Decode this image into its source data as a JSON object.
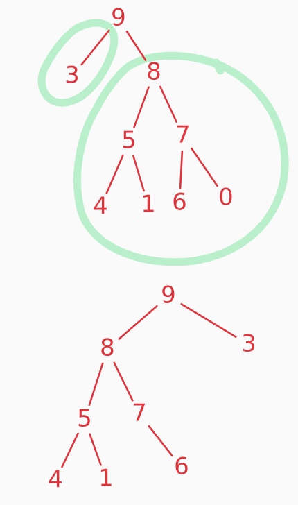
{
  "colors": {
    "ink": "#e0343c",
    "highlight": "#b9efcb",
    "background": "#fafafa"
  },
  "trees": [
    {
      "id": "before",
      "nodes": [
        {
          "id": "n9",
          "label": "9"
        },
        {
          "id": "n3",
          "label": "3"
        },
        {
          "id": "n8",
          "label": "8"
        },
        {
          "id": "n5",
          "label": "5"
        },
        {
          "id": "n7",
          "label": "7"
        },
        {
          "id": "n4",
          "label": "4"
        },
        {
          "id": "n1",
          "label": "1"
        },
        {
          "id": "n6",
          "label": "6"
        },
        {
          "id": "n0",
          "label": "0"
        }
      ],
      "edges": [
        [
          "n9",
          "n3"
        ],
        [
          "n9",
          "n8"
        ],
        [
          "n8",
          "n5"
        ],
        [
          "n8",
          "n7"
        ],
        [
          "n5",
          "n4"
        ],
        [
          "n5",
          "n1"
        ],
        [
          "n7",
          "n6"
        ],
        [
          "n7",
          "n0"
        ]
      ],
      "highlights": [
        "left-subtree",
        "right-subtree"
      ]
    },
    {
      "id": "after",
      "nodes": [
        {
          "id": "m9",
          "label": "9"
        },
        {
          "id": "m8",
          "label": "8"
        },
        {
          "id": "m3",
          "label": "3"
        },
        {
          "id": "m5",
          "label": "5"
        },
        {
          "id": "m7",
          "label": "7"
        },
        {
          "id": "m4",
          "label": "4"
        },
        {
          "id": "m1",
          "label": "1"
        },
        {
          "id": "m6",
          "label": "6"
        }
      ],
      "edges": [
        [
          "m9",
          "m8"
        ],
        [
          "m9",
          "m3"
        ],
        [
          "m8",
          "m5"
        ],
        [
          "m8",
          "m7"
        ],
        [
          "m5",
          "m4"
        ],
        [
          "m5",
          "m1"
        ],
        [
          "m7",
          "m6"
        ]
      ]
    }
  ]
}
